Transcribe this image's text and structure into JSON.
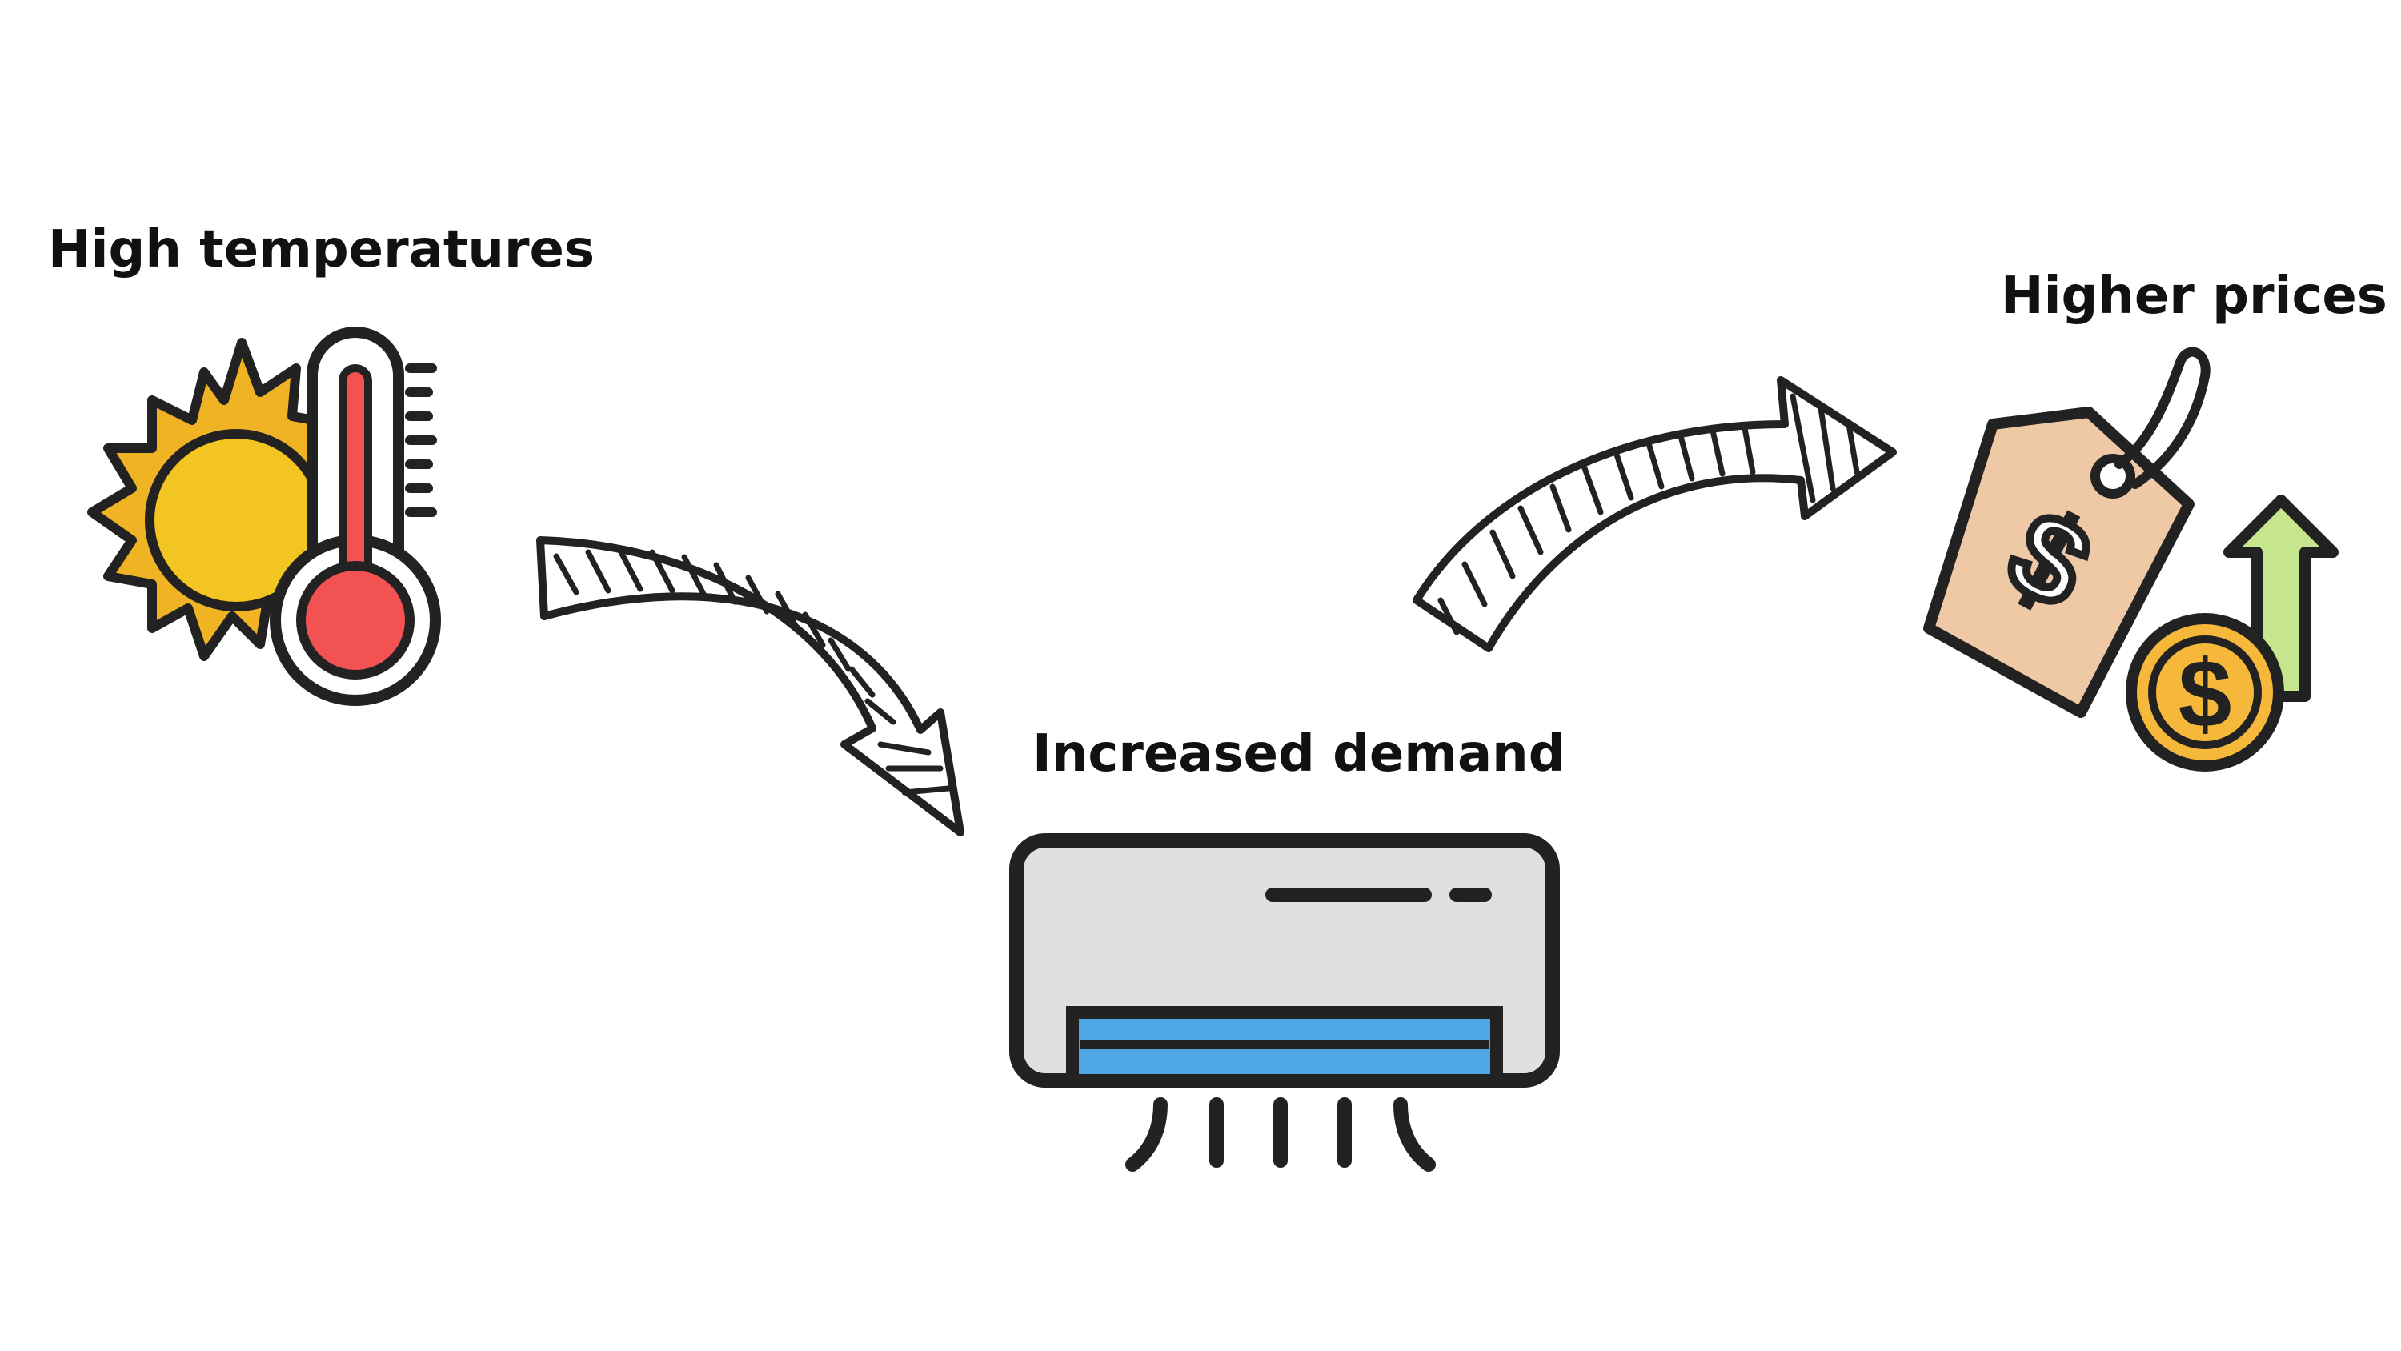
{
  "diagram": {
    "steps": [
      {
        "label": "High temperatures",
        "icon": "sun-thermometer-icon"
      },
      {
        "label": "Increased demand",
        "icon": "air-conditioner-icon"
      },
      {
        "label": "Higher prices",
        "icon": "price-tag-up-icon"
      }
    ],
    "connectors": [
      "hand-drawn-arrow-down-right",
      "hand-drawn-arrow-up-right"
    ]
  },
  "colors": {
    "sun": "#F2C523",
    "sun_rays": "#F0B323",
    "thermo_fill": "#F25252",
    "ac_body": "#E0E0E0",
    "ac_vent": "#4FA8E5",
    "tag": "#EFC8A5",
    "coin": "#F5B83B",
    "up_arrow": "#C5E68C",
    "outline": "#222222"
  }
}
